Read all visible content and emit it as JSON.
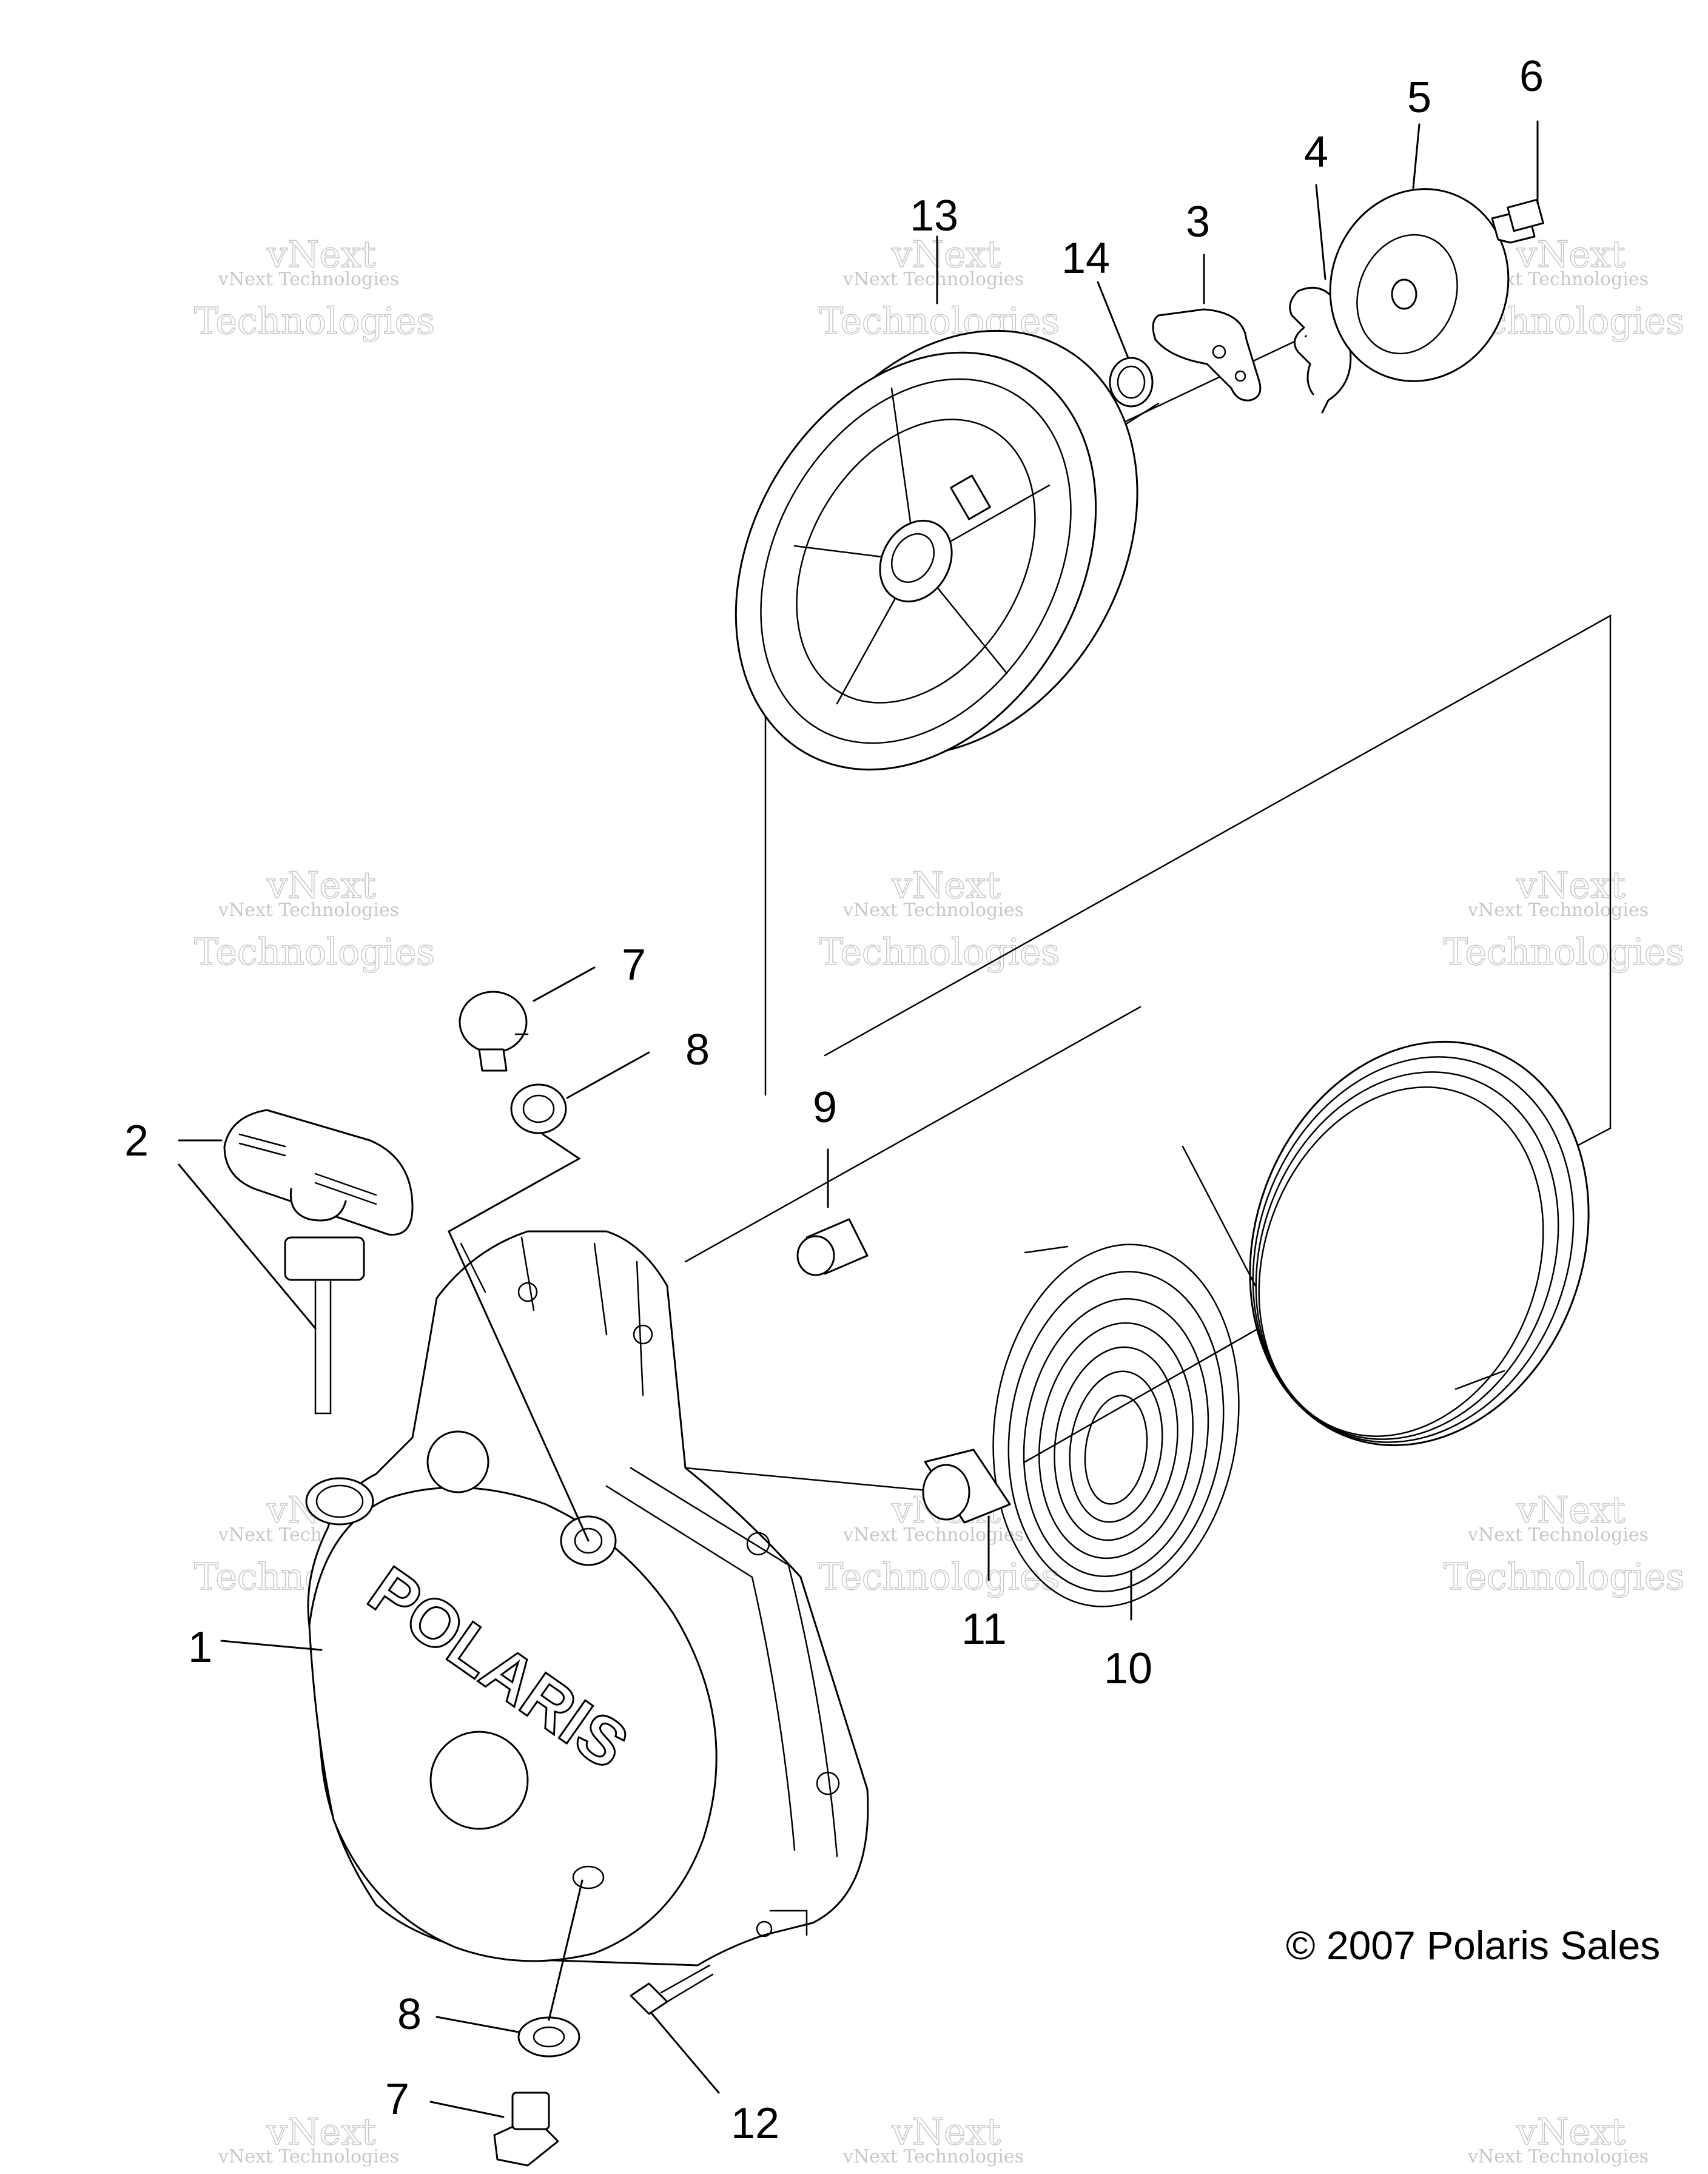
{
  "callouts": [
    {
      "id": "1",
      "text": "1"
    },
    {
      "id": "2",
      "text": "2"
    },
    {
      "id": "3",
      "text": "3"
    },
    {
      "id": "4",
      "text": "4"
    },
    {
      "id": "5",
      "text": "5"
    },
    {
      "id": "6",
      "text": "6"
    },
    {
      "id": "7a",
      "text": "7"
    },
    {
      "id": "7b",
      "text": "7"
    },
    {
      "id": "8a",
      "text": "8"
    },
    {
      "id": "8b",
      "text": "8"
    },
    {
      "id": "9",
      "text": "9"
    },
    {
      "id": "10",
      "text": "10"
    },
    {
      "id": "11",
      "text": "11"
    },
    {
      "id": "12",
      "text": "12"
    },
    {
      "id": "13",
      "text": "13"
    },
    {
      "id": "14",
      "text": "14"
    }
  ],
  "logo_text": "POLARIS",
  "copyright": "© 2007 Polaris Sales",
  "watermark": {
    "line1": "vNext Technologies",
    "line2": "vNext",
    "line3": "Technologies"
  }
}
